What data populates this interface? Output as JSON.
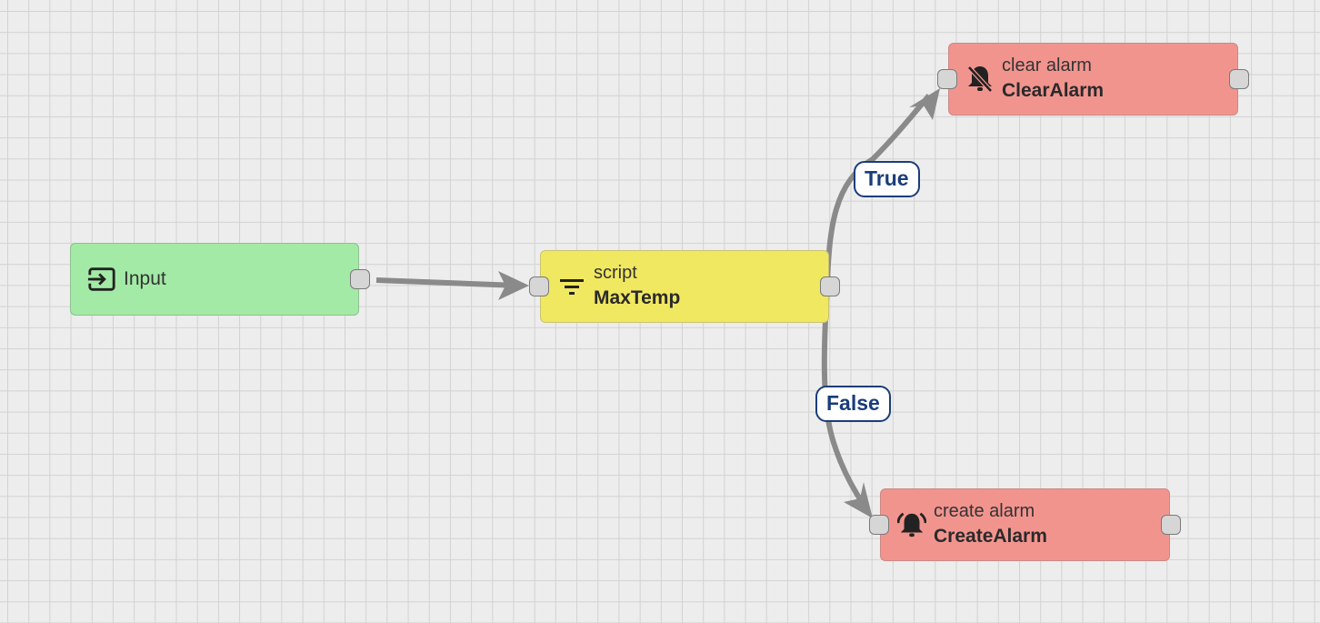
{
  "diagram": {
    "nodes": {
      "input": {
        "type_label": "Input",
        "icon": "input-icon"
      },
      "script": {
        "type_label": "script",
        "name": "MaxTemp",
        "icon": "filter-icon"
      },
      "clear_alarm": {
        "type_label": "clear alarm",
        "name": "ClearAlarm",
        "icon": "bell-off-icon"
      },
      "create_alarm": {
        "type_label": "create alarm",
        "name": "CreateAlarm",
        "icon": "bell-alarm-icon"
      }
    },
    "edges": [
      {
        "from": "Input",
        "to": "MaxTemp",
        "label": ""
      },
      {
        "from": "MaxTemp",
        "to": "ClearAlarm",
        "label": "True"
      },
      {
        "from": "MaxTemp",
        "to": "CreateAlarm",
        "label": "False"
      }
    ],
    "colors": {
      "input_node": "#a3eaa6",
      "filter_node": "#f1e861",
      "action_node": "#f2948e",
      "edge": "#8a8a8a",
      "label_border": "#1a3d7a"
    }
  }
}
